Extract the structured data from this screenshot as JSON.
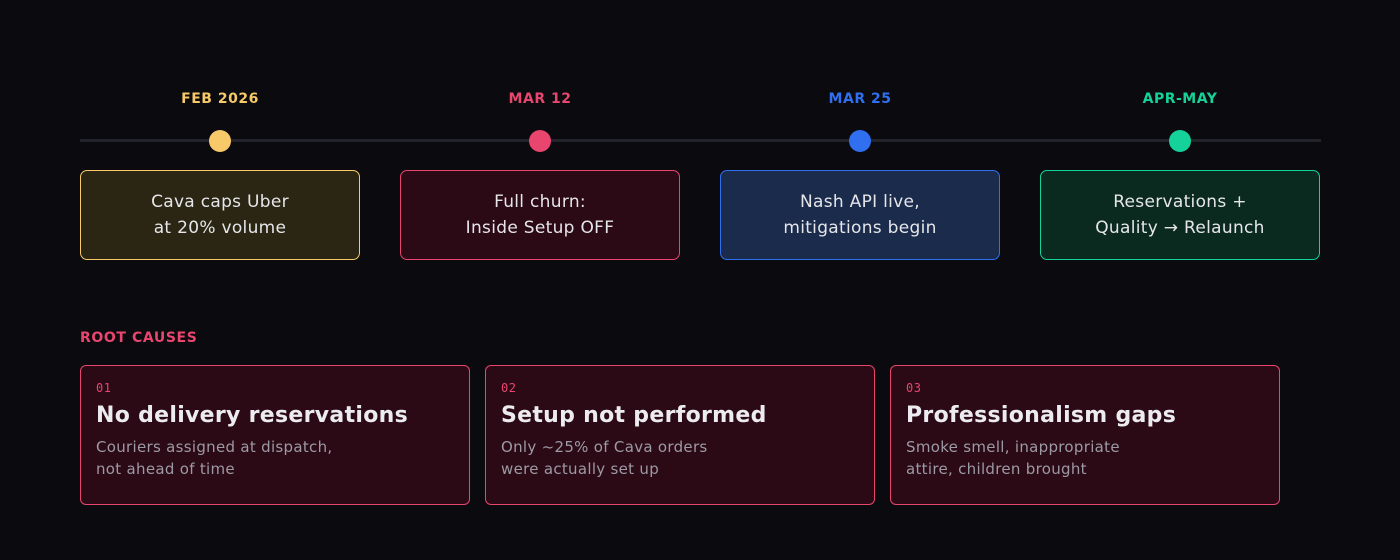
{
  "timeline": {
    "milestones": [
      {
        "date": "FEB 2026",
        "line1": "Cava caps Uber",
        "line2": "at 20% volume",
        "color": "#f7c968",
        "card_bg": "#2b2613"
      },
      {
        "date": "MAR 12",
        "line1": "Full churn:",
        "line2": "Inside Setup OFF",
        "color": "#e8456f",
        "card_bg": "#2b0a15"
      },
      {
        "date": "MAR 25",
        "line1": "Nash API live,",
        "line2": "mitigations begin",
        "color": "#2f6ff0",
        "card_bg": "#1a2b4c"
      },
      {
        "date": "APR-MAY",
        "line1": "Reservations +",
        "line2": "Quality → Relaunch",
        "color": "#14d29a",
        "card_bg": "#0b2a1f"
      }
    ]
  },
  "root_causes": {
    "label": "ROOT CAUSES",
    "items": [
      {
        "num": "01",
        "title": "No delivery reservations",
        "desc1": "Couriers assigned at dispatch,",
        "desc2": "not ahead of time"
      },
      {
        "num": "02",
        "title": "Setup not performed",
        "desc1": "Only ~25% of Cava orders",
        "desc2": "were actually set up"
      },
      {
        "num": "03",
        "title": "Professionalism gaps",
        "desc1": "Smoke smell, inappropriate",
        "desc2": "attire, children brought"
      }
    ]
  }
}
